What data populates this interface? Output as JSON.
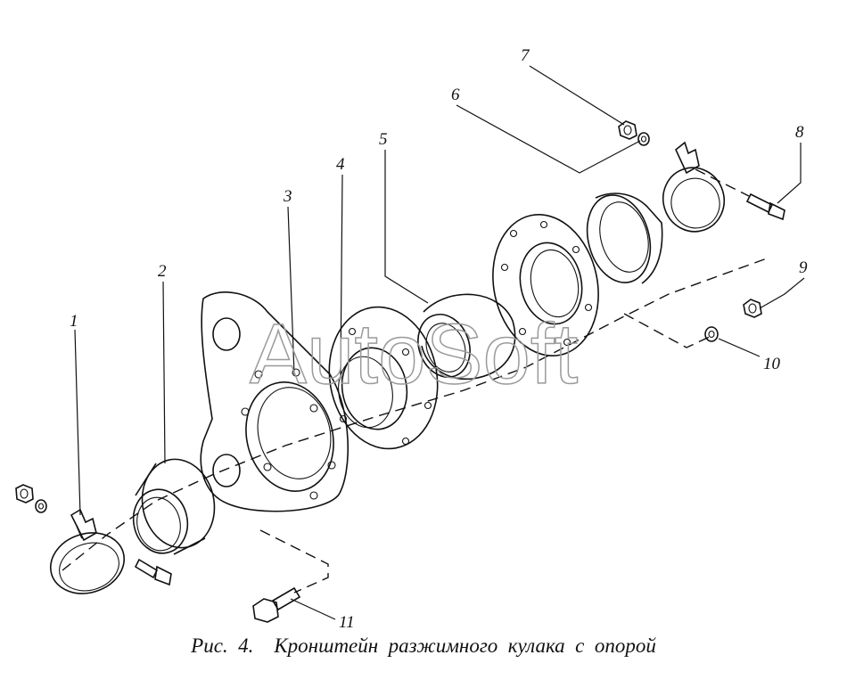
{
  "watermark": "AutoSoft",
  "caption": "Рис.  4.    Кронштейн  разжимного  кулака  с  опорой",
  "callouts": [
    "1",
    "2",
    "3",
    "4",
    "5",
    "6",
    "7",
    "8",
    "9",
    "10",
    "11"
  ]
}
